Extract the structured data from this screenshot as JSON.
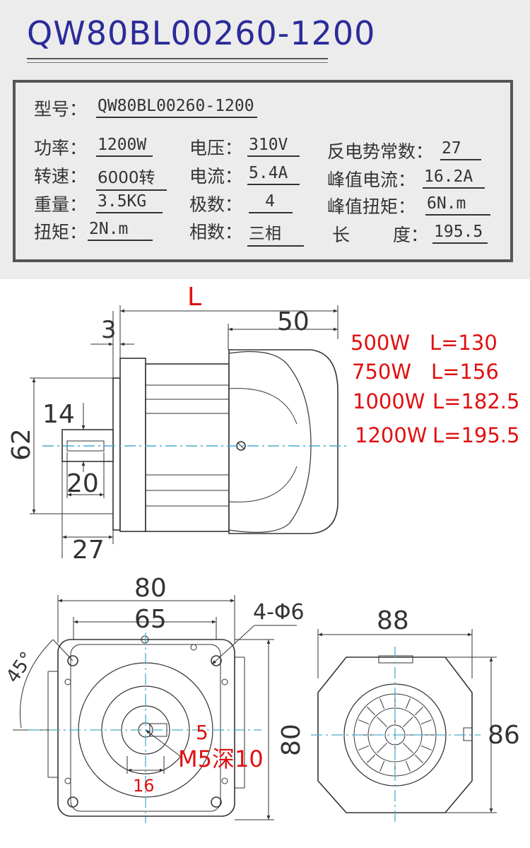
{
  "title": "QW80BL00260-1200",
  "specs": {
    "model_label": "型号：",
    "model_value": "QW80BL00260-1200",
    "power_label": "功率：",
    "power_value": "1200W",
    "speed_label": "转速：",
    "speed_value": "6000转",
    "weight_label": "重量：",
    "weight_value": "3.5KG",
    "torque_label": "扭矩：",
    "torque_value": "2N.m",
    "voltage_label": "电压：",
    "voltage_value": "310V",
    "current_label": "电流：",
    "current_value": "5.4A",
    "poles_label": "极数：",
    "poles_value": "4",
    "phases_label": "相数：",
    "phases_value": "三相",
    "backemf_label": "反电势常数：",
    "backemf_value": "27",
    "peak_current_label": "峰值电流：",
    "peak_current_value": "16.2A",
    "peak_torque_label": "峰值扭矩：",
    "peak_torque_value": "6N.m",
    "length_label_a": "长",
    "length_label_b": "度：",
    "length_value": "195.5"
  },
  "side_view": {
    "dim_L": "L",
    "dim_3": "3",
    "dim_50": "50",
    "dim_14": "14",
    "dim_62": "62",
    "dim_20": "20",
    "dim_27": "27"
  },
  "length_table": [
    {
      "power": "500W",
      "length": "L=130"
    },
    {
      "power": "750W",
      "length": "L=156"
    },
    {
      "power": "1000W",
      "length": "L=182.5"
    },
    {
      "power": "1200W",
      "length": "L=195.5"
    }
  ],
  "front_view": {
    "dim_80_top": "80",
    "dim_65": "65",
    "holes": "4-Φ6",
    "angle": "45°",
    "dim_5": "5",
    "thread": "M5深10",
    "dim_16": "16",
    "dim_80_side": "80"
  },
  "rear_view": {
    "dim_88": "88",
    "dim_86": "86"
  },
  "colors": {
    "title": "#2b2b9a",
    "red": "#e01010",
    "centerline": "#4aaccc",
    "header_bg": "#ececec"
  }
}
